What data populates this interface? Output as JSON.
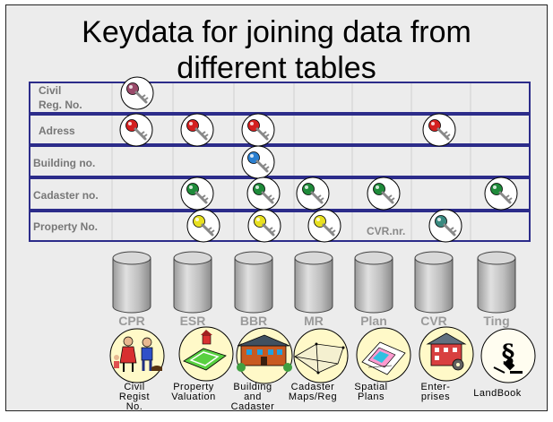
{
  "title": {
    "line1": "Keydata for joining data from",
    "line2": "different tables"
  },
  "rows": [
    {
      "label_line1": "Civil",
      "label_line2": "Reg. No."
    },
    {
      "label": "Adress"
    },
    {
      "label": "Building no."
    },
    {
      "label": "Cadaster no."
    },
    {
      "label": "Property No."
    }
  ],
  "cvr_note": "CVR.nr.",
  "databases": [
    "CPR",
    "ESR",
    "BBR",
    "MR",
    "Plan",
    "CVR",
    "Ting"
  ],
  "systems": [
    {
      "lines": [
        "Civil",
        "Regist",
        "No."
      ]
    },
    {
      "lines": [
        "Property",
        "Valuation"
      ]
    },
    {
      "lines": [
        "Building",
        "and",
        "Cadaster"
      ]
    },
    {
      "lines": [
        "Cadaster",
        "Maps/Reg"
      ]
    },
    {
      "lines": [
        "Spatial",
        "Plans"
      ]
    },
    {
      "lines": [
        "Enter-",
        "prises"
      ]
    },
    {
      "lines": [
        "LandBook"
      ]
    }
  ],
  "colors": {
    "grid": "#2c2c8a",
    "red_key": "#d42020",
    "green_key": "#1f8a3a",
    "yellow_key": "#e8e020",
    "blue_key": "#2a7fd0",
    "teal_key": "#3a8a80",
    "mauve_key": "#9a4a6a"
  }
}
